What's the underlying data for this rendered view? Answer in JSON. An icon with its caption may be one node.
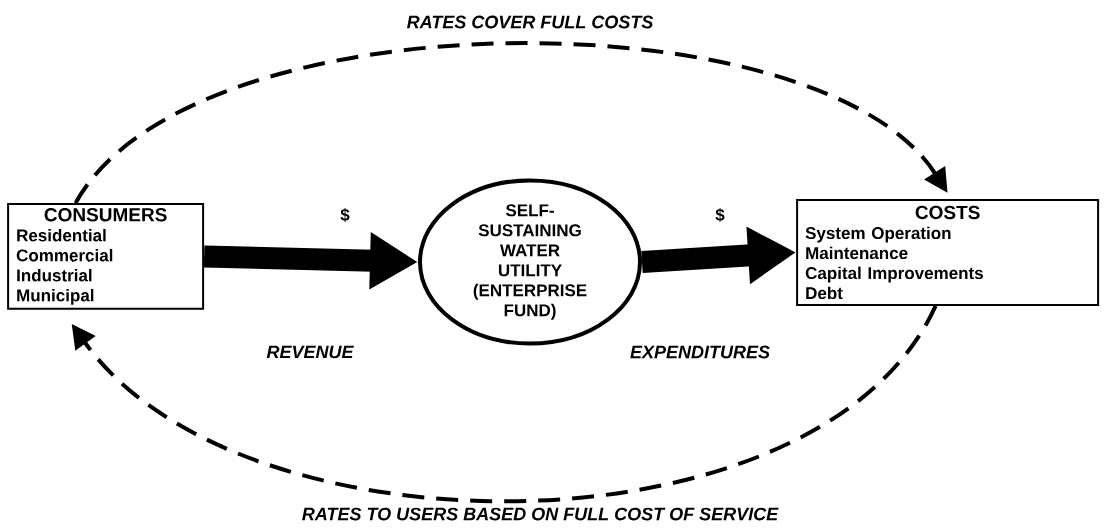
{
  "diagram": {
    "nodes": [
      {
        "text": [
          "CONSUMERS",
          "Residential",
          "Commercial",
          "Industrial",
          "Municipal"
        ]
      },
      {
        "text": [
          "SELF-SUSTAINING WATER UTILITY (ENTERPRISE FUND)"
        ]
      },
      {
        "text": [
          "COSTS",
          "System Operation",
          "Maintenance",
          "Capital Improvements",
          "Debt"
        ]
      }
    ],
    "edges": [
      {
        "from": 0,
        "to": 1,
        "arrow": "to",
        "style": "thick",
        "label": "REVENUE"
      },
      {
        "from": 1,
        "to": 2,
        "arrow": "to",
        "style": "thick",
        "label": "EXPENDITURES"
      },
      {
        "from": 0,
        "to": 2,
        "arrow": "to",
        "style": "dashed",
        "label": "RATES COVER FULL COSTS"
      },
      {
        "from": 2,
        "to": 0,
        "arrow": "to",
        "style": "dashed",
        "label": "RATES TO USERS BASED ON FULL COST OF SERVICE"
      }
    ],
    "labels": [
      "$",
      "$"
    ]
  }
}
